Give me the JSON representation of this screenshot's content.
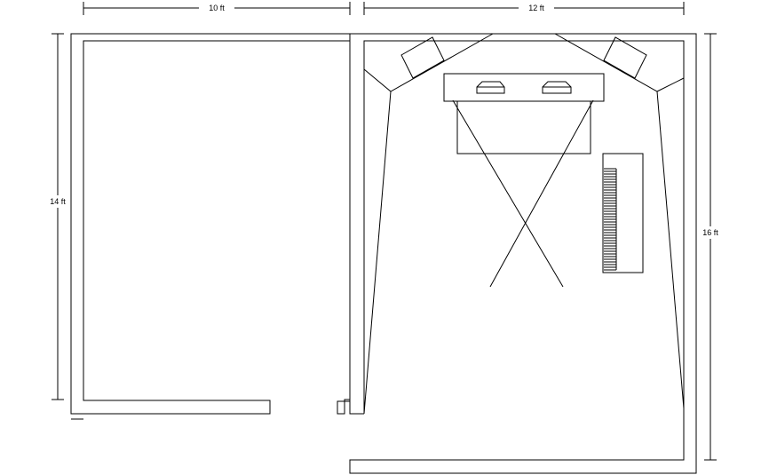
{
  "dimensions": {
    "top_left": "10 ft",
    "top_right": "12 ft",
    "left": "14 ft",
    "right": "16 ft"
  }
}
